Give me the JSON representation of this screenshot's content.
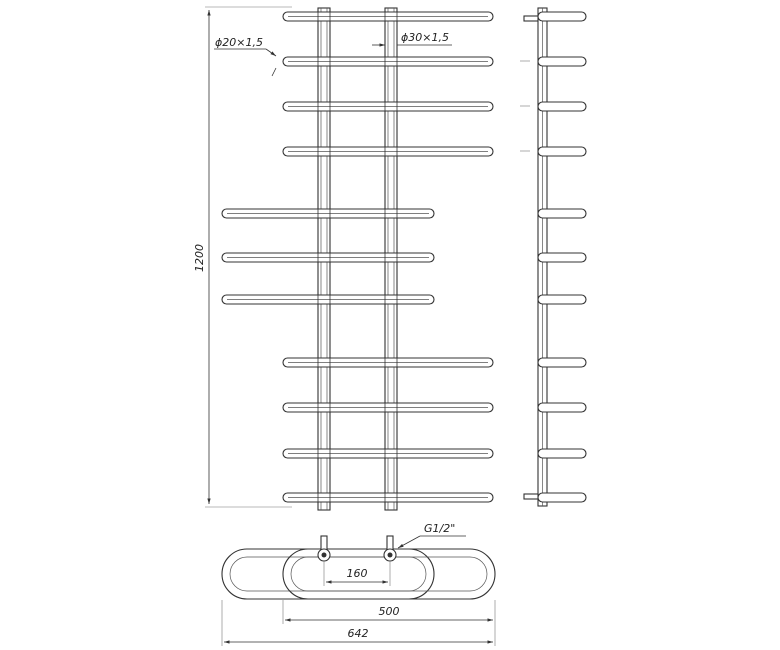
{
  "drawing": {
    "front_view": {
      "height_dimension": "1200",
      "bar_tube_label": "ϕ20×1,5",
      "collector_tube_label": "ϕ30×1,5"
    },
    "top_view": {
      "connection_label": "G1/2\"",
      "axis_distance": "160",
      "inner_width": "500",
      "overall_width": "642"
    }
  }
}
